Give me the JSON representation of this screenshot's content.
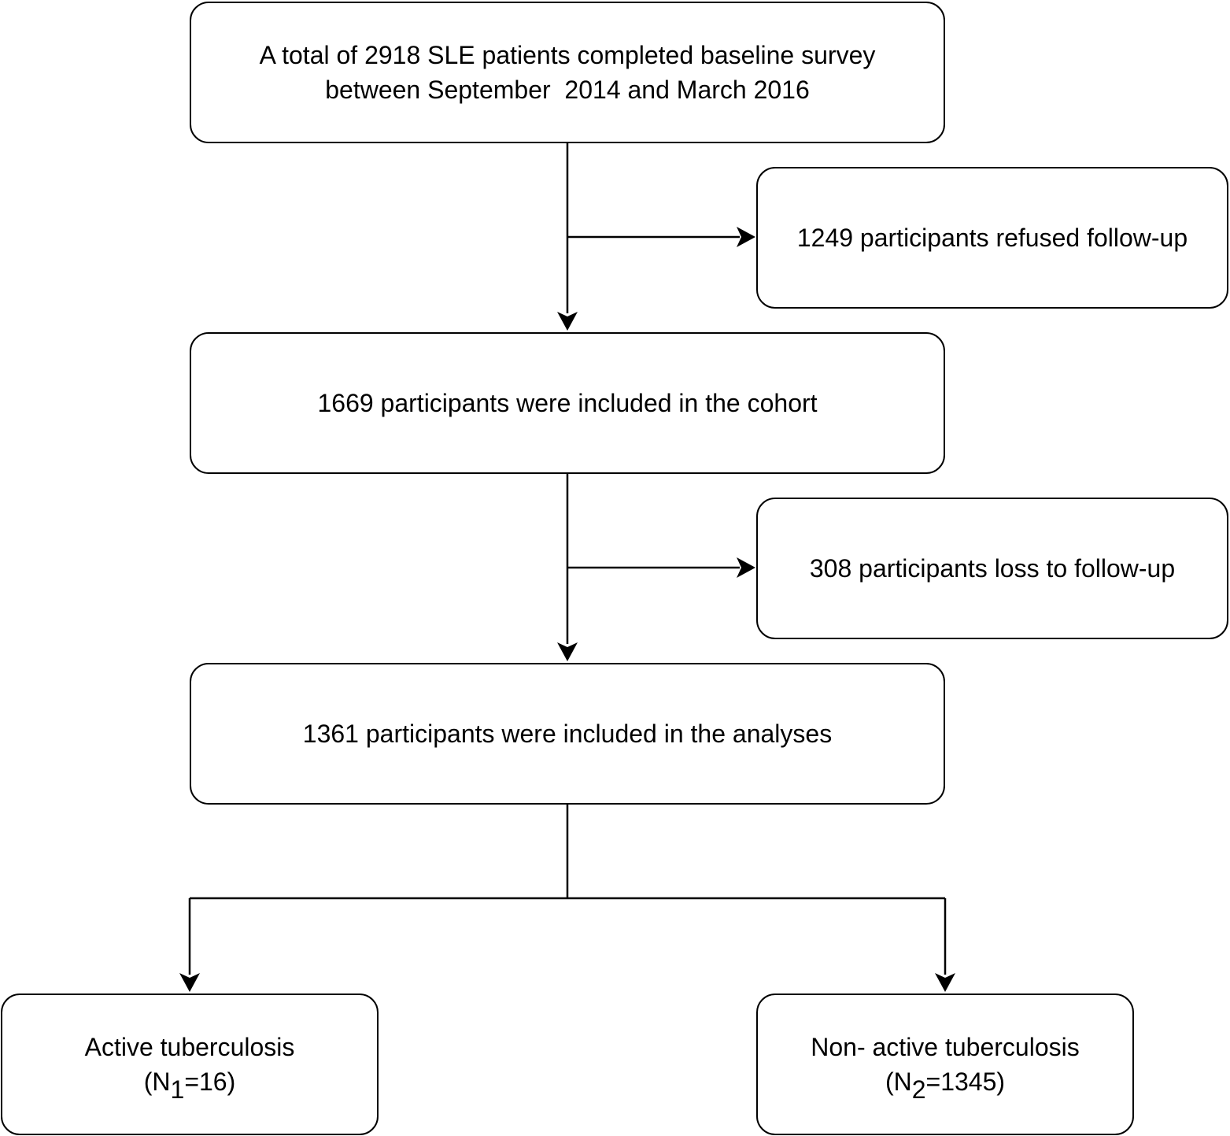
{
  "flowchart": {
    "start": {
      "line1": "A total of 2918 SLE patients completed baseline survey",
      "line2": "between September  2014 and March 2016"
    },
    "refused": {
      "text": "1249 participants refused follow-up"
    },
    "cohort": {
      "text": "1669 participants were included in the cohort"
    },
    "loss": {
      "text": "308 participants loss to follow-up"
    },
    "analyses": {
      "text": "1361 participants were included in the analyses"
    },
    "active": {
      "line1": "Active tuberculosis",
      "open": "(N",
      "sub": "1",
      "close": "=16)"
    },
    "nonactive": {
      "line1": "Non- active tuberculosis",
      "open": "(N",
      "sub": "2",
      "close": "=1345)"
    }
  },
  "colors": {
    "stroke": "#000000",
    "background": "#ffffff"
  }
}
